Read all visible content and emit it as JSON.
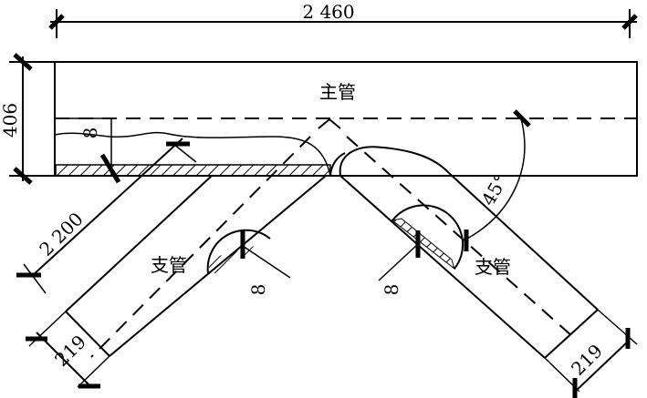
{
  "labels": {
    "main_pipe": "主管",
    "branch_left": "支管",
    "branch_right": "支管"
  },
  "dimensions": {
    "total_length": "2 460",
    "main_diameter": "406",
    "branch_length": "2 200",
    "branch_diameter_left": "219",
    "branch_diameter_right": "219",
    "wall_thickness_main": "8",
    "wall_thickness_left": "8",
    "wall_thickness_right": "8",
    "angle": "45°"
  }
}
